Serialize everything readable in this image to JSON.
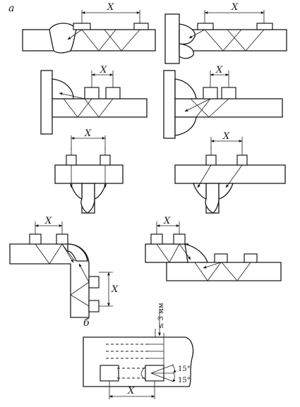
{
  "figure": {
    "label_a": "а",
    "label_b": "б",
    "dimension_symbol": "X",
    "gap_label": "≤ 3 мм",
    "angle_1": "15°",
    "angle_2": "15°"
  }
}
